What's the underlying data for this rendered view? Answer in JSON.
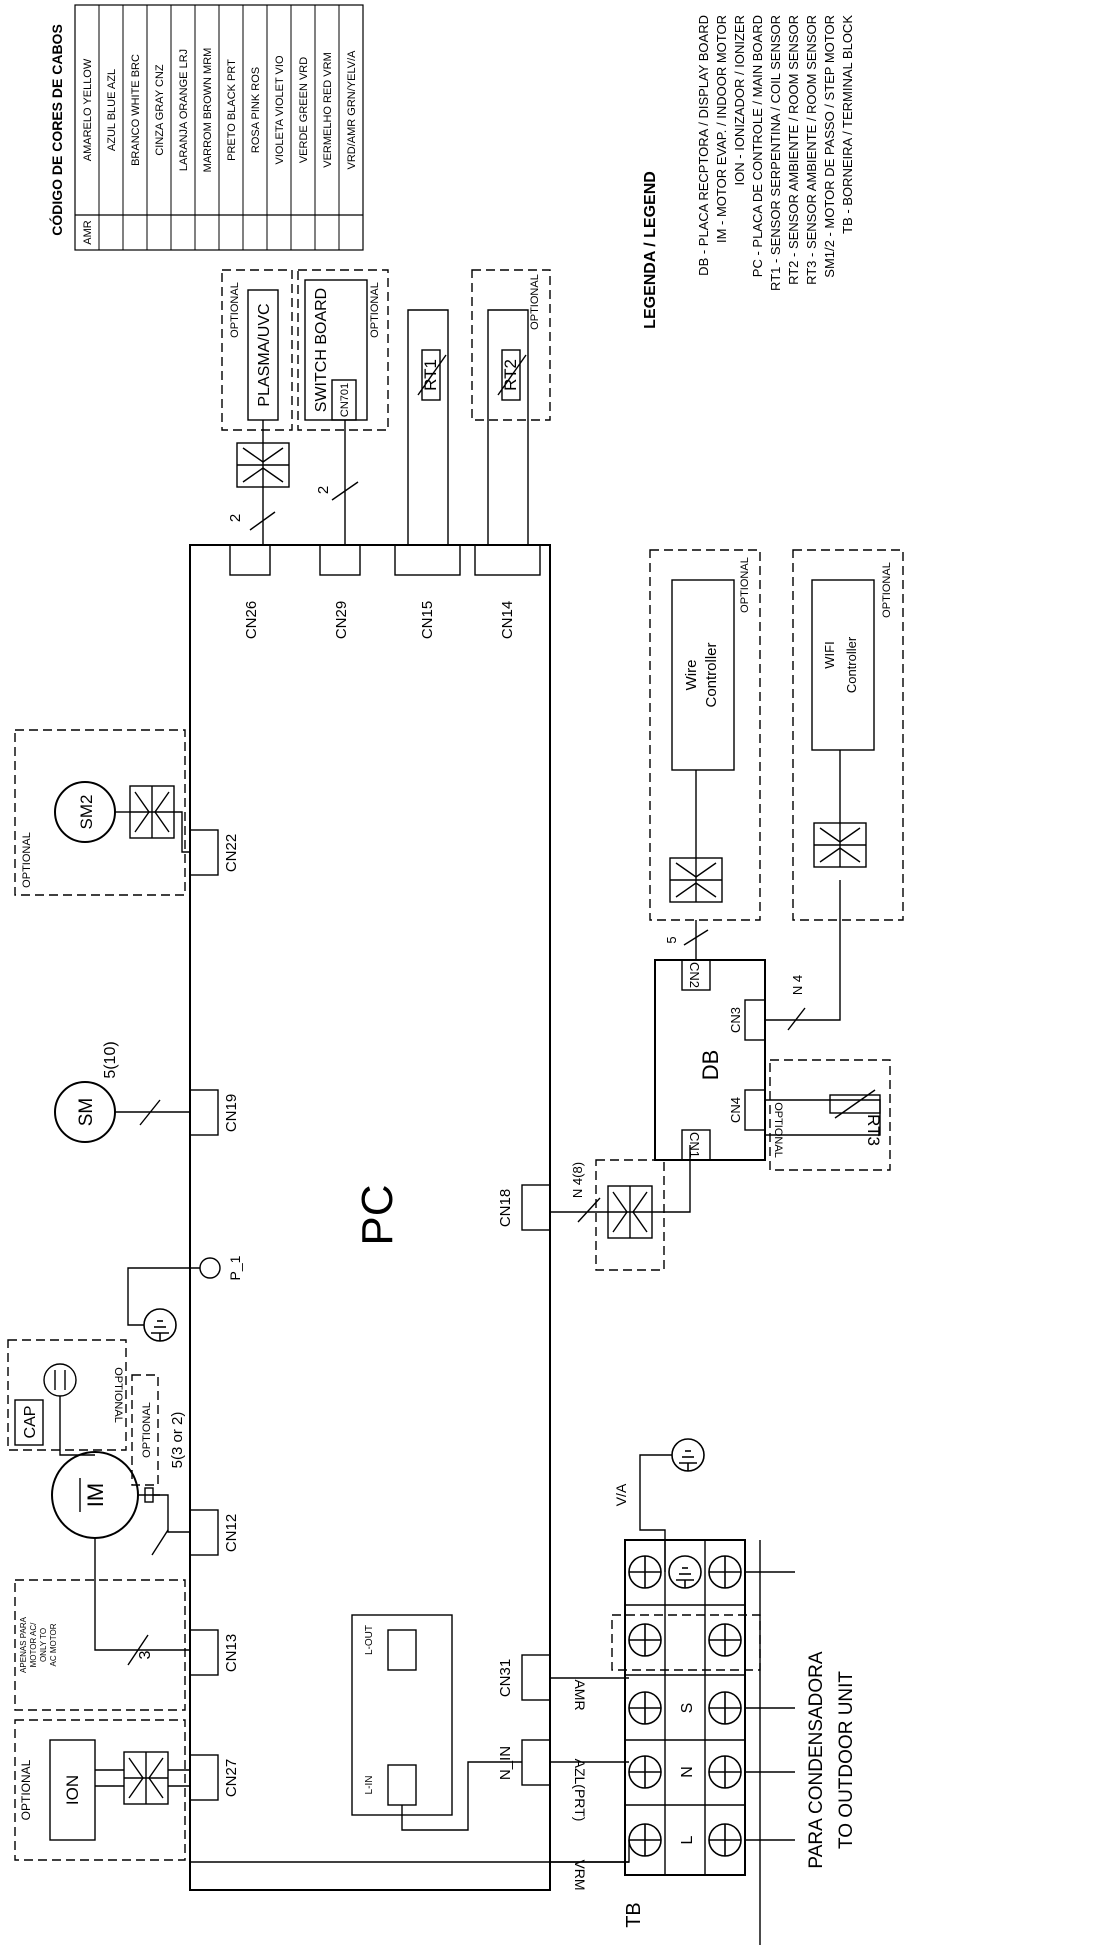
{
  "board": {
    "label": "PC"
  },
  "connectors": {
    "cn27": "CN27",
    "cn13": "CN13",
    "cn12": "CN12",
    "cn19": "CN19",
    "cn22": "CN22",
    "cn26": "CN26",
    "cn29": "CN29",
    "cn15": "CN15",
    "cn14": "CN14",
    "cn18": "CN18",
    "cn31": "CN31",
    "n_in": "N_IN",
    "l_in": "L-IN",
    "l_out": "L-OUT",
    "cn701": "CN701",
    "db_cn1": "CN1",
    "db_cn2": "CN2",
    "db_cn3": "CN3",
    "db_cn4": "CN4"
  },
  "components": {
    "ion": "ION",
    "im": "IM",
    "cap": "CAP",
    "sm": "SM",
    "sm2": "SM2",
    "p1": "P_1",
    "plasma": "PLASMA/UVC",
    "switch_board": "SWITCH BOARD",
    "rt1": "RT1",
    "rt2": "RT2",
    "rt3": "RT3",
    "db": "DB",
    "wire_controller_1": "Wire",
    "wire_controller_2": "Controller",
    "wifi_1": "WIFI",
    "wifi_2": "Controller",
    "tb": "TB"
  },
  "optional_label": "OPTIONAL",
  "apenas_lines": [
    "APENAS PARA",
    "MOTOR AC/",
    "ONLY TO",
    "AC MOTOR"
  ],
  "wire_counts": {
    "im_cn13": "3",
    "im_cn12": "5(3 or 2)",
    "sm": "5(10)",
    "plasma": "2",
    "switch": "2",
    "cn18": "N 4(8)",
    "db_cn2": "5",
    "db_cn3": "N 4"
  },
  "wire_colors": {
    "vrm": "VRM",
    "azl_prt": "AZL(PRT)",
    "amr": "AMR",
    "va": "V/A"
  },
  "terminal_letters": {
    "l": "L",
    "n": "N",
    "s": "S"
  },
  "outdoor": {
    "line1": "PARA CONDENSADORA",
    "line2": "TO OUTDOOR UNIT"
  },
  "color_table": {
    "title": "CÓDIGO DE CORES DE CABOS",
    "rows": [
      {
        "code": "AMR",
        "desc": "AMARELO YELLOW"
      },
      {
        "code": "",
        "desc": "AZUL BLUE AZL"
      },
      {
        "code": "",
        "desc": "BRANCO WHITE BRC"
      },
      {
        "code": "",
        "desc": "CINZA GRAY CNZ"
      },
      {
        "code": "",
        "desc": "LARANJA ORANGE LRJ"
      },
      {
        "code": "",
        "desc": "MARROM BROWN MRM"
      },
      {
        "code": "",
        "desc": "PRETO BLACK PRT"
      },
      {
        "code": "",
        "desc": "ROSA PINK ROS"
      },
      {
        "code": "",
        "desc": "VIOLETA VIOLET VIO"
      },
      {
        "code": "",
        "desc": "VERDE GREEN VRD"
      },
      {
        "code": "",
        "desc": "VERMELHO RED VRM"
      },
      {
        "code": "",
        "desc": "VRD/AMR     GRN/YELV/A"
      }
    ]
  },
  "legend": {
    "title": "LEGENDA / LEGEND",
    "items": [
      "DB - PLACA RECPTORA / DISPLAY BOARD",
      "IM - MOTOR EVAP. / INDOOR MOTOR",
      "ION - IONIZADOR / IONIZER",
      "PC - PLACA DE CONTROLE / MAIN BOARD",
      "RT1 - SENSOR SERPENTINA / COIL SENSOR",
      "RT2 - SENSOR AMBIENTE / ROOM SENSOR",
      "RT3 - SENSOR AMBIENTE / ROOM SENSOR",
      "SM1/2 - MOTOR DE PASSO / STEP MOTOR",
      "TB - BORNEIRA / TERMINAL BLOCK"
    ]
  }
}
